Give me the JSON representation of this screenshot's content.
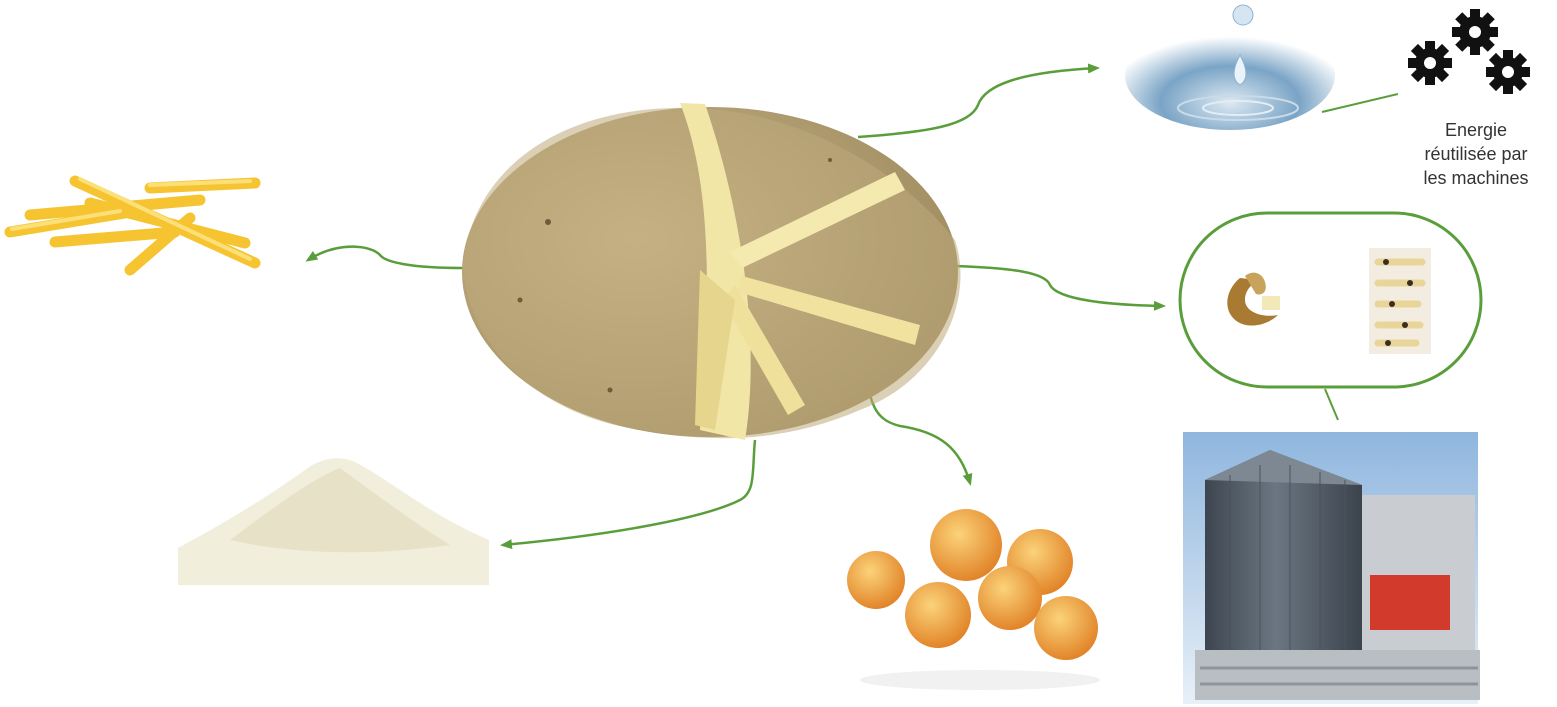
{
  "colors": {
    "arrow": "#5a9e3c",
    "outline": "#5a9e3c",
    "potato_skin": "#c2ad7f",
    "potato_flesh": "#f1e6a6",
    "fries": "#f6c431",
    "croquettes": "#e9932e",
    "powder": "#f2eedc",
    "water": "#5e90b7",
    "tank": "#56606c",
    "text": "#333333"
  },
  "caption": {
    "line1": "Energie",
    "line2": "réutilisée par",
    "line3": "les machines"
  },
  "icons": [
    "potato-wedges-icon",
    "fries-icon",
    "flakes-powder-icon",
    "croquettes-icon",
    "water-drop-icon",
    "gears-icon",
    "peels-icon",
    "waste-fries-icon",
    "biogas-tank-icon"
  ]
}
